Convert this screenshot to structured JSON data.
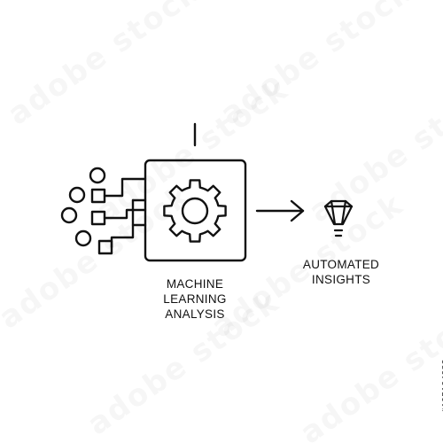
{
  "diagram": {
    "process_label_lines": [
      "MACHINE",
      "LEARNING",
      "ANALYSIS"
    ],
    "output_label_lines": [
      "AUTOMATED",
      "INSIGHTS"
    ],
    "stroke_color": "#111111",
    "icons": {
      "process": "gear-icon",
      "output": "lightbulb-icon",
      "connector": "arrow-right-icon",
      "inputs": "data-nodes-icon"
    }
  },
  "watermark": {
    "brand": "adobe stock",
    "image_id": "#195104983"
  }
}
